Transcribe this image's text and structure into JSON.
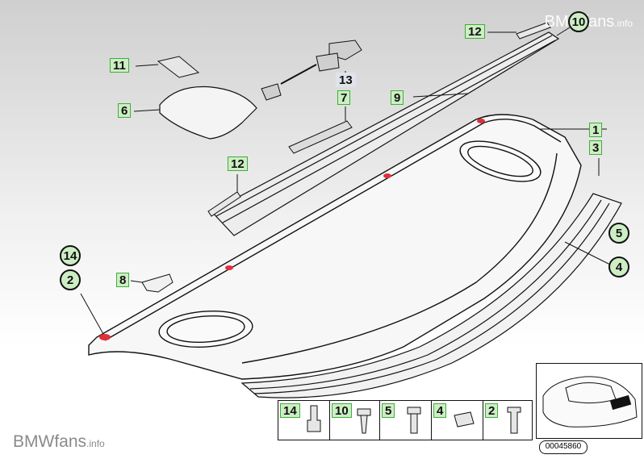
{
  "watermark_top": {
    "brand": "BMWfans",
    "suffix": ".info"
  },
  "watermark_bottom": {
    "brand": "BMWfans",
    "suffix": ".info"
  },
  "reference_number": "00045860",
  "callouts": {
    "c1": "1",
    "c2": "2",
    "c3": "3",
    "c4": "4",
    "c5": "5",
    "c6": "6",
    "c7": "7",
    "c8": "8",
    "c9": "9",
    "c10": "10",
    "c11": "11",
    "c12a": "12",
    "c12b": "12",
    "c13": "13",
    "c14": "14"
  },
  "legend": {
    "items": [
      "14",
      "10",
      "5",
      "4",
      "2"
    ]
  },
  "colors": {
    "callout_fill": "#cdeec4",
    "callout_border": "#3fae3a",
    "background_gradient_top": "#cfcfcf",
    "marker_red": "#e0303a"
  }
}
